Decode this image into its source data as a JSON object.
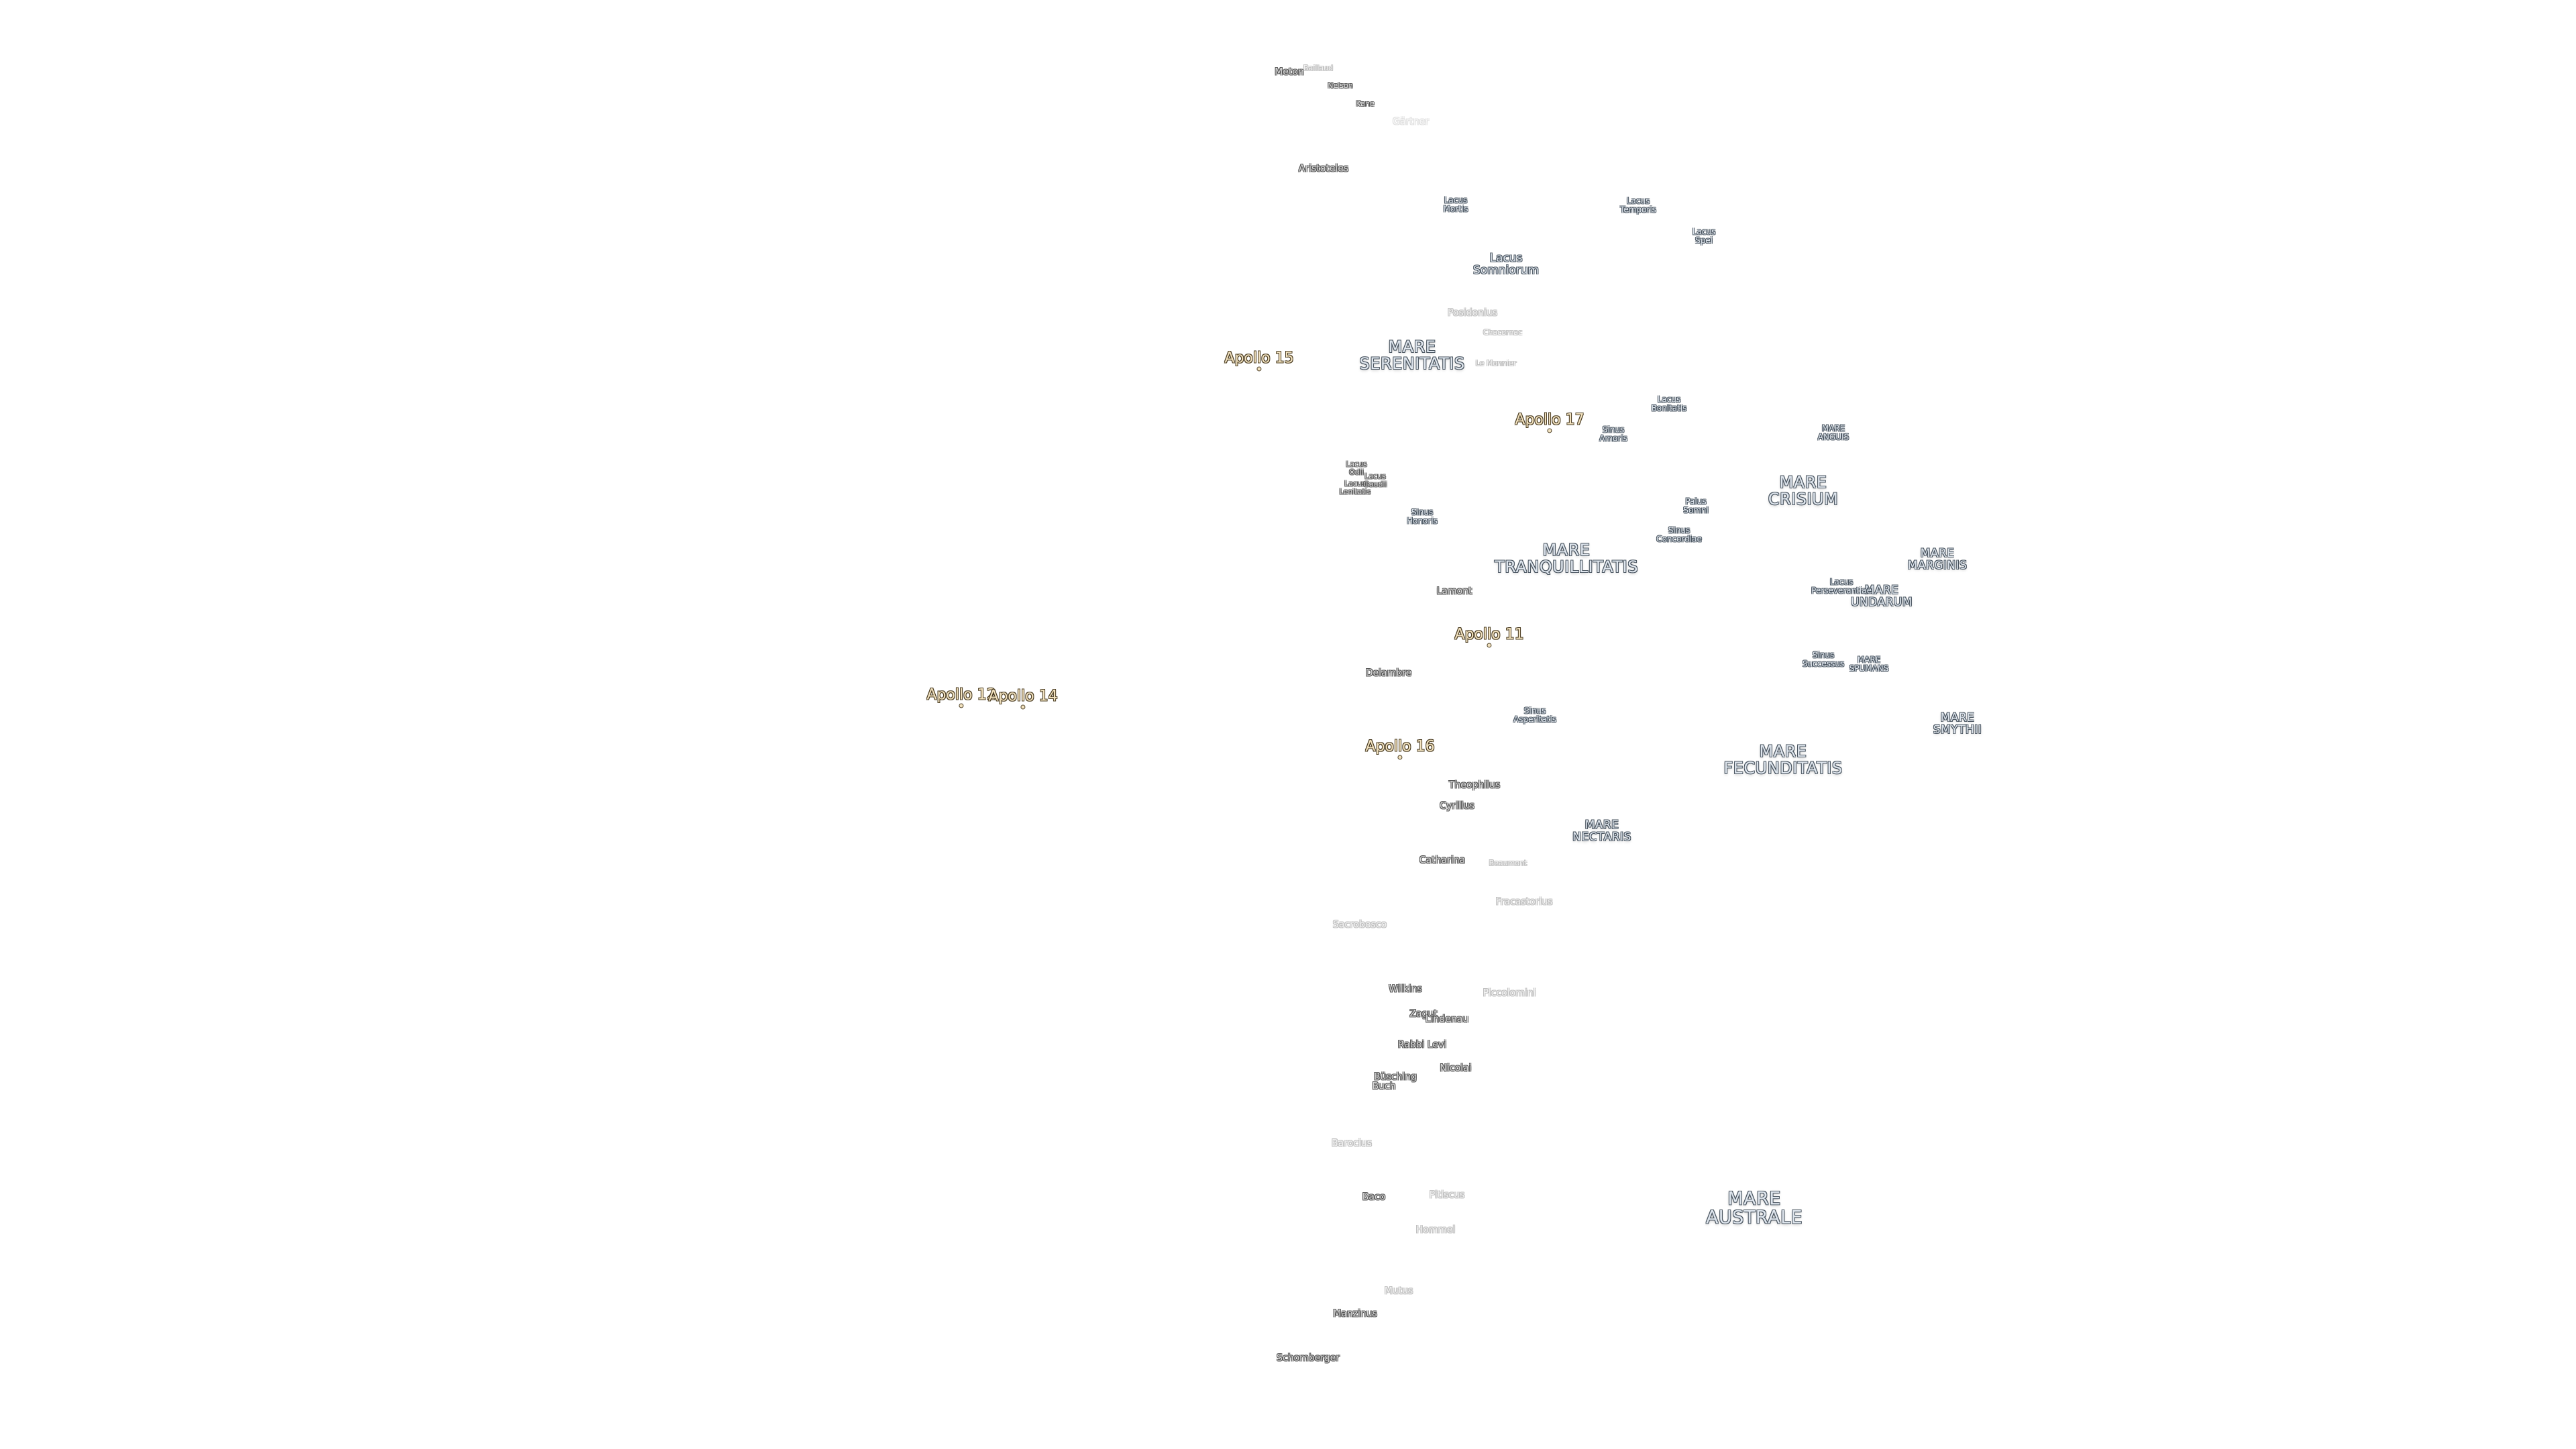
{
  "mare": {
    "serenitatis": [
      "MARE",
      "SERENITATIS"
    ],
    "tranquillitatis": [
      "MARE",
      "TRANQUILLITATIS"
    ],
    "crisium": [
      "MARE",
      "CRISIUM"
    ],
    "fecunditatis": [
      "MARE",
      "FECUNDITATIS"
    ],
    "nectaris": [
      "MARE",
      "NECTARIS"
    ],
    "australe": [
      "MARE",
      "AUSTRALE"
    ],
    "anguis": [
      "MARE",
      "ANGUIS"
    ],
    "marginis": [
      "MARE",
      "MARGINIS"
    ],
    "undarum": [
      "MARE",
      "UNDARUM"
    ],
    "spumans": [
      "MARE",
      "SPUMANS"
    ],
    "smythii": [
      "MARE",
      "SMYTHII"
    ]
  },
  "lacus": {
    "somniorum": [
      "Lacus",
      "Somniorum"
    ],
    "mortis": [
      "Lacus",
      "Mortis"
    ],
    "temporis": [
      "Lacus",
      "Temporis"
    ],
    "spei": [
      "Lacus",
      "Spei"
    ],
    "bonitatis": [
      "Lacus",
      "Bonitatis"
    ],
    "amoris": [
      "Sinus",
      "Amoris"
    ],
    "somni": [
      "Palus",
      "Somni"
    ],
    "concordiae": [
      "Sinus",
      "Concordiae"
    ],
    "perseverantiae": [
      "Lacus",
      "Perseverantiae"
    ],
    "successus": [
      "Sinus",
      "Successus"
    ],
    "honoris": [
      "Sinus",
      "Honoris"
    ],
    "asperitatis": [
      "Sinus",
      "Asperitatis"
    ],
    "odii": [
      "Lacus",
      "Odii"
    ],
    "lenitatis": [
      "Lacus",
      "Lenitatis"
    ],
    "gaudii": [
      "Lacus",
      "Gaudii"
    ]
  },
  "craters": {
    "meton": "Meton",
    "baillaud": "Baillaud",
    "nelson": "Nelson",
    "kane": "Kane",
    "gartner": "Gärtner",
    "aristoteles": "Aristoteles",
    "posidonius": "Posidonius",
    "chacornac": "Chacornac",
    "le_monnier": "Le Monnier",
    "lamont": "Lamont",
    "delambre": "Delambre",
    "theophilus": "Theophilus",
    "cyrillus": "Cyrillus",
    "catharina": "Catharina",
    "beaumont": "Beaumont",
    "fracastorius": "Fracastorius",
    "sacrobosco": "Sacrobosco",
    "wilkins": "Wilkins",
    "piccolomini": "Piccolomini",
    "zagut": "Zagut",
    "lindenau": "Lindenau",
    "rabbi_levi": "Rabbi Levi",
    "nicolai": "Nicolai",
    "busching": "Büsching",
    "buch": "Buch",
    "barocius": "Barocius",
    "baco": "Baco",
    "pitiscus": "Pitiscus",
    "hommel": "Hommel",
    "mutus": "Mutus",
    "manzinus": "Manzinus",
    "schomberger": "Schomberger"
  },
  "apollo": {
    "a11": "Apollo 11",
    "a12": "Apollo 12",
    "a14": "Apollo 14",
    "a15": "Apollo 15",
    "a16": "Apollo 16",
    "a17": "Apollo 17"
  },
  "colors": {
    "background": "#ffffff",
    "mare_fill": "#dfe6ee",
    "mare_outline": "#4a5560",
    "crater_fill": "#d9d9d9",
    "apollo_fill": "#f3e3c0",
    "apollo_outline": "#4a3c22"
  }
}
